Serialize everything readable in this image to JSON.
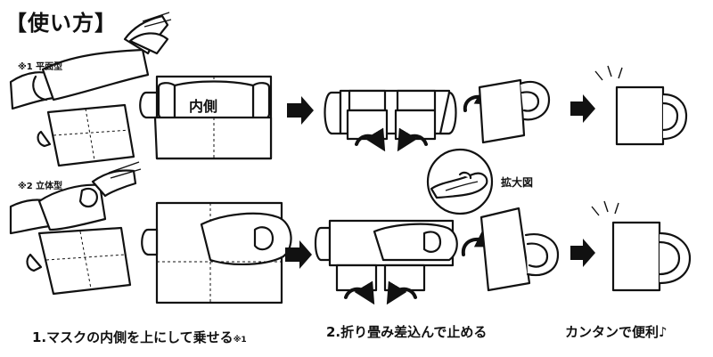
{
  "title": "【使い方】",
  "tags": {
    "flat": "※1 平面型",
    "solid": "※2 立体型"
  },
  "mask_label": "内側",
  "zoom_label": "拡大図",
  "steps": {
    "step1": "1.マスクの内側を上にして乗せる",
    "step1_note": "※1",
    "step2": "2.折り畳み差込んで止める",
    "step3": "カンタンで便利♪"
  }
}
